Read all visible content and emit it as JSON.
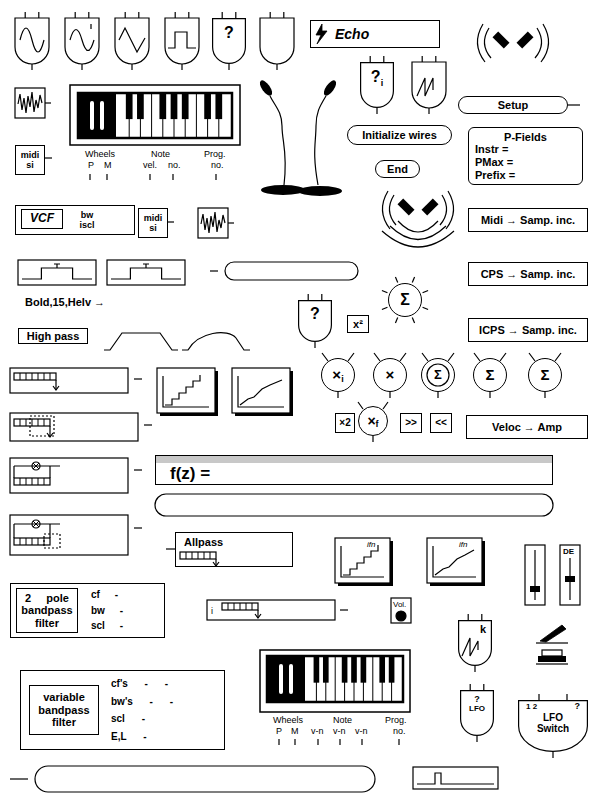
{
  "diagram": {
    "nodes": [
      {
        "text": [
          "?"
        ]
      },
      {
        "text": [
          "Echo"
        ]
      },
      {
        "text": [
          "?",
          "i"
        ]
      },
      {
        "text": [
          "Setup"
        ]
      },
      {
        "text": [
          "Initialize wires"
        ]
      },
      {
        "text": [
          "P-Fields",
          "Instr =",
          "PMax =",
          "Prefix ="
        ]
      },
      {
        "text": [
          "midi si"
        ]
      },
      {
        "text": [
          "End"
        ]
      },
      {
        "text": [
          "bw iscl"
        ]
      },
      {
        "text": [
          "VCF"
        ],
        "in": 8
      },
      {
        "text": [
          "midi si"
        ]
      },
      {
        "text": [
          "Midi → Samp. inc."
        ]
      },
      {
        "text": [
          "CPS → Samp. inc."
        ]
      },
      {
        "text": [
          "?"
        ]
      },
      {
        "text": [
          "Σ"
        ]
      },
      {
        "text": [
          "x²"
        ]
      },
      {
        "text": [
          "High pass"
        ]
      },
      {
        "text": [
          "ICPS → Samp. inc."
        ]
      },
      {
        "text": [
          "×",
          "i"
        ]
      },
      {
        "text": [
          "×"
        ]
      },
      {
        "text": [
          "Σ"
        ]
      },
      {
        "text": [
          "Σ"
        ]
      },
      {
        "text": [
          "Σ"
        ]
      },
      {
        "text": [
          "×2"
        ]
      },
      {
        "text": [
          "×",
          "f"
        ]
      },
      {
        "text": [
          ">>"
        ]
      },
      {
        "text": [
          "<<"
        ]
      },
      {
        "text": [
          "Veloc → Amp"
        ]
      },
      {
        "text": [
          "f(z) ="
        ]
      },
      {
        "text": [
          "Allpass"
        ]
      },
      {
        "text": [
          "cf -",
          "bw -",
          "scl -"
        ]
      },
      {
        "text": [
          "2 pole bandpass filter"
        ],
        "in": 30
      },
      {
        "text": [
          "k"
        ]
      },
      {
        "text": [
          "cf's - -",
          "bw's - -",
          "scl -",
          "E,L -"
        ]
      },
      {
        "text": [
          "variable bandpass filter"
        ],
        "in": 33
      },
      {
        "text": [
          "?",
          "LFO"
        ]
      },
      {
        "text": [
          "1 2",
          "?",
          "LFO Switch"
        ]
      }
    ],
    "labels": [
      "Wheels",
      "Note",
      "Prog.",
      "P",
      "M",
      "vel.",
      "no.",
      "no.",
      "Bold,15,Helv →",
      "ifn",
      "ifn",
      "DE",
      "Vol.",
      "i",
      "Wheels",
      "Note",
      "Prog.",
      "P",
      "M",
      "v-n",
      "v-n",
      "v-n",
      "no."
    ]
  }
}
